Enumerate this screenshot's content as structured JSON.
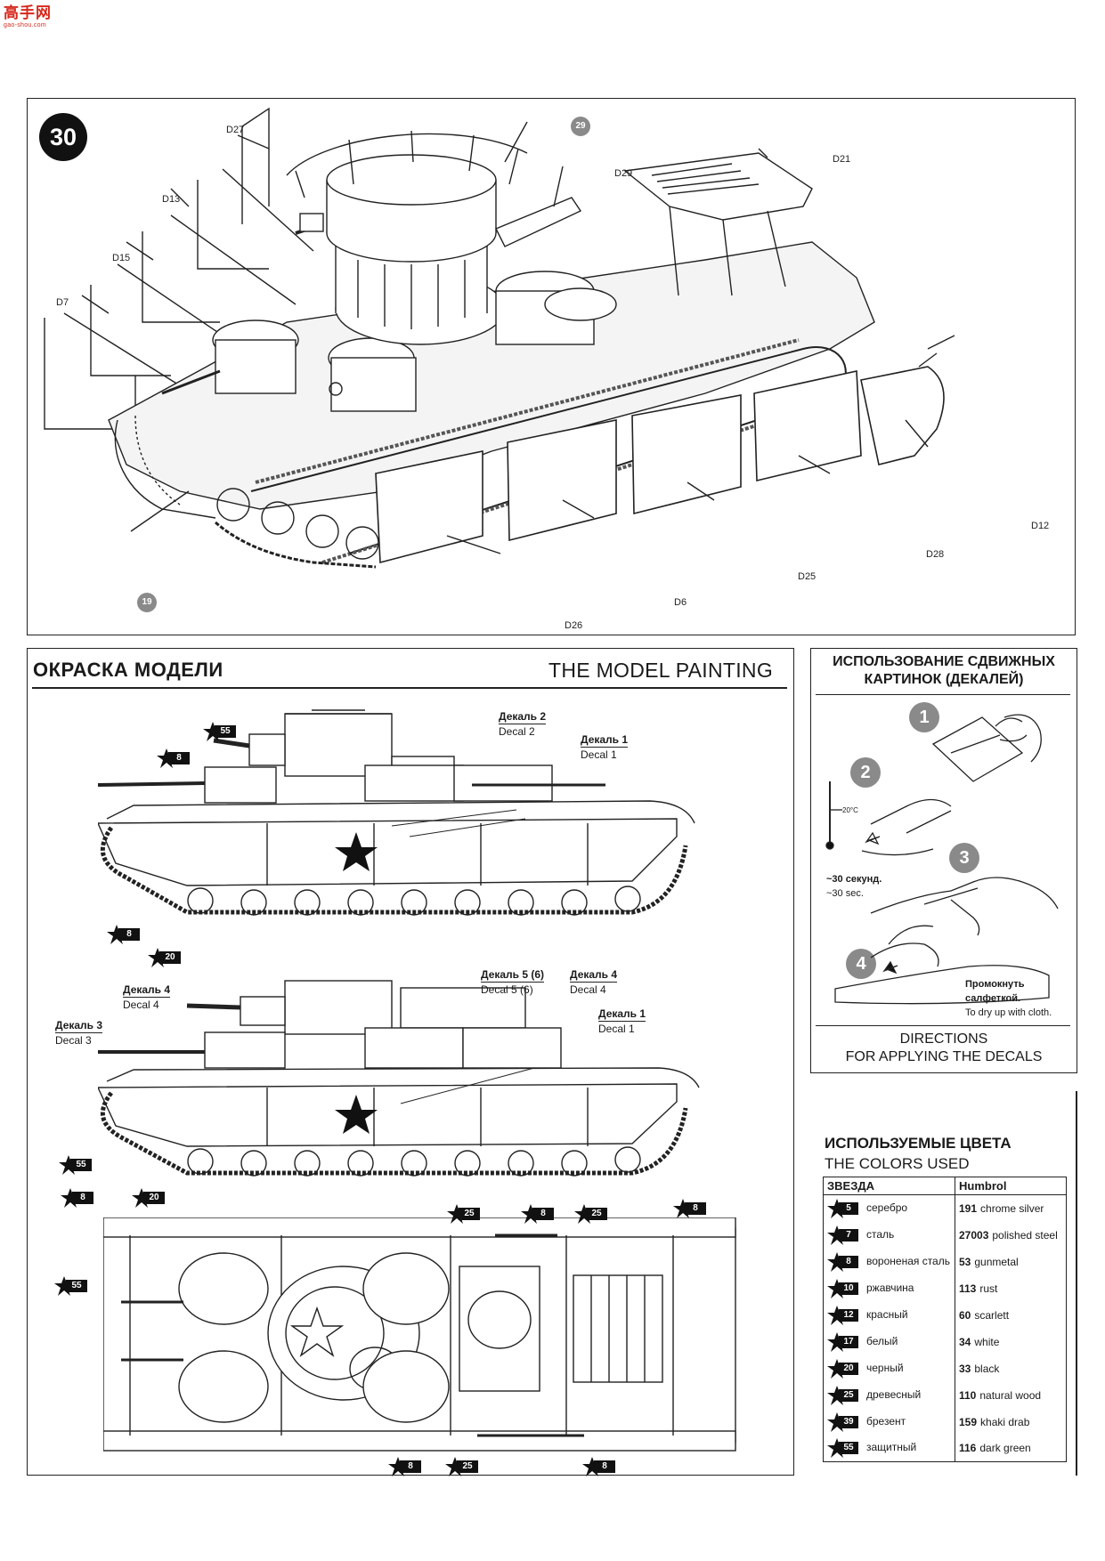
{
  "watermark": {
    "glyphs": "高手网",
    "url": "gao-shou.com"
  },
  "assembly": {
    "step_number": "30",
    "callouts": [
      "29",
      "19"
    ],
    "decal_labels": [
      "D27",
      "D13",
      "D15",
      "D7",
      "D29",
      "D21",
      "D12",
      "D28",
      "D25",
      "D6",
      "D26"
    ]
  },
  "painting": {
    "title_ru": "ОКРАСКА МОДЕЛИ",
    "title_en": "THE MODEL PAINTING",
    "decal_callouts": {
      "d2_ru": "Декаль 2",
      "d2_en": "Decal 2",
      "d1_ru": "Декаль 1",
      "d1_en": "Decal 1",
      "d5_ru": "Декаль 5 (6)",
      "d5_en": "Decal 5 (6)",
      "d4_ru": "Декаль 4",
      "d4_en": "Decal 4",
      "d3_ru": "Декаль 3",
      "d3_en": "Decal 3"
    },
    "markers": {
      "side1": [
        "55",
        "8",
        "8",
        "20"
      ],
      "side2": [
        "55",
        "8",
        "20"
      ],
      "top": [
        "25",
        "8",
        "25",
        "8",
        "55",
        "8",
        "25",
        "8"
      ]
    }
  },
  "decals": {
    "title_line1": "ИСПОЛЬЗОВАНИЕ СДВИЖНЫХ",
    "title_line2": "КАРТИНОК (ДЕКАЛЕЙ)",
    "steps": [
      "1",
      "2",
      "3",
      "4"
    ],
    "temp": "20°C",
    "time_ru": "~30 секунд.",
    "time_en": "~30 sec.",
    "blot_ru_1": "Промокнуть",
    "blot_ru_2": "салфеткой.",
    "blot_en": "To dry up with cloth.",
    "directions_1": "DIRECTIONS",
    "directions_2": "FOR APPLYING THE DECALS"
  },
  "colors": {
    "title_ru": "ИСПОЛЬЗУЕМЫЕ ЦВЕТА",
    "title_en": "THE COLORS USED",
    "header_left": "ЗВЕЗДА",
    "header_right": "Humbrol",
    "rows": [
      {
        "num": "5",
        "ru": "серебро",
        "hnum": "191",
        "en": "chrome silver"
      },
      {
        "num": "7",
        "ru": "сталь",
        "hnum": "27003",
        "en": "polished steel"
      },
      {
        "num": "8",
        "ru": "вороненая сталь",
        "hnum": "53",
        "en": "gunmetal"
      },
      {
        "num": "10",
        "ru": "ржавчина",
        "hnum": "113",
        "en": "rust"
      },
      {
        "num": "12",
        "ru": "красный",
        "hnum": "60",
        "en": "scarlett"
      },
      {
        "num": "17",
        "ru": "белый",
        "hnum": "34",
        "en": "white"
      },
      {
        "num": "20",
        "ru": "черный",
        "hnum": "33",
        "en": "black"
      },
      {
        "num": "25",
        "ru": "древесный",
        "hnum": "110",
        "en": "natural wood"
      },
      {
        "num": "39",
        "ru": "брезент",
        "hnum": "159",
        "en": "khaki drab"
      },
      {
        "num": "55",
        "ru": "защитный",
        "hnum": "116",
        "en": "dark green"
      }
    ]
  }
}
